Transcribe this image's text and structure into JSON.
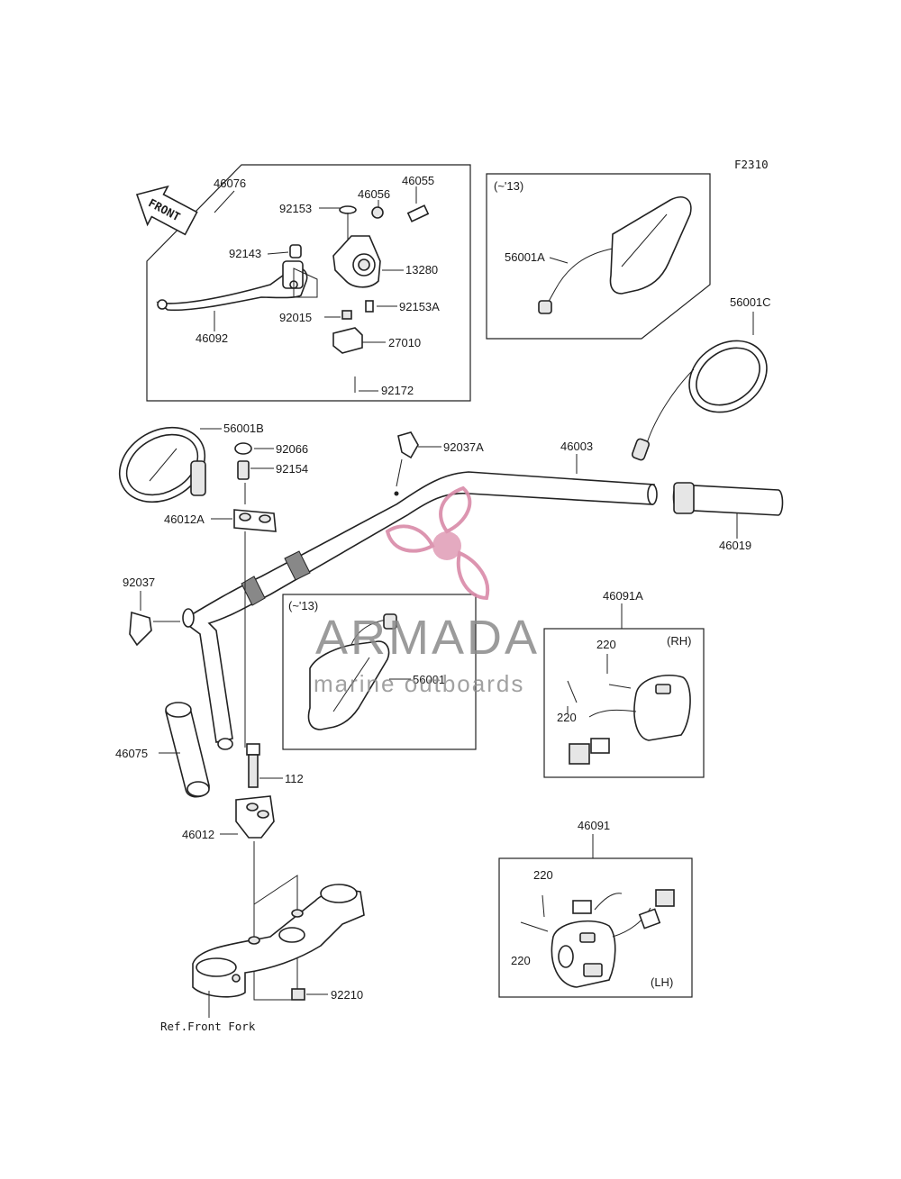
{
  "diagram": {
    "code": "F2310",
    "front_arrow": "FRONT",
    "insets": {
      "mirror_rh_note": "(~'13)",
      "mirror_lh_note": "(~'13)",
      "switch_rh_side": "(RH)",
      "switch_lh_side": "(LH)"
    },
    "parts": {
      "p46076": "46076",
      "p46055": "46055",
      "p46056": "46056",
      "p92153": "92153",
      "p92143": "92143",
      "p13280": "13280",
      "p92015": "92015",
      "p92153A": "92153A",
      "p46092": "46092",
      "p27010": "27010",
      "p92172": "92172",
      "p56001A": "56001A",
      "p56001C": "56001C",
      "p56001B": "56001B",
      "p92066": "92066",
      "p92154": "92154",
      "p46012A": "46012A",
      "p92037A": "92037A",
      "p46003": "46003",
      "p46019": "46019",
      "p92037": "92037",
      "p56001": "56001",
      "p46091A": "46091A",
      "p220_rh_a": "220",
      "p220_rh_b": "220",
      "p46075": "46075",
      "p112": "112",
      "p46012": "46012",
      "p46091": "46091",
      "p220_lh_a": "220",
      "p220_lh_b": "220",
      "p92210": "92210"
    },
    "reference": "Ref.Front Fork"
  },
  "watermark": {
    "brand": "ARMADA",
    "tagline": "marine outboards",
    "color": "#d98aa8"
  }
}
